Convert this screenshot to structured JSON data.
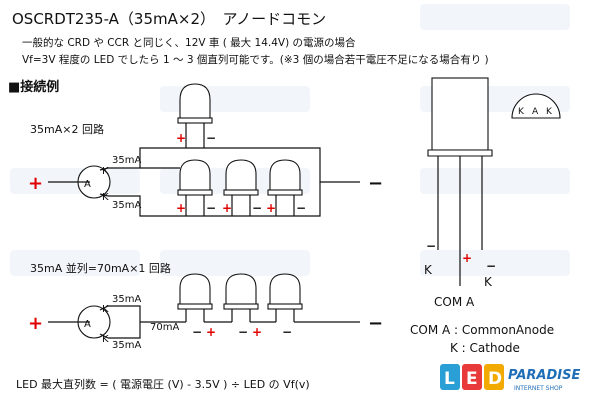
{
  "header": {
    "title": "OSCRDT235-A（35mA×2）　アノードコモン",
    "line1": "一般的な CRD や CCR と同じく、12V 車 ( 最大 14.4V) の電源の場合",
    "line2": "Vf=3V 程度の LED でしたら 1 ～ 3 個直列可能です。(※3 個の場合若干電圧不足になる場合有り )"
  },
  "section": {
    "title": "■接続例"
  },
  "circuit1": {
    "label": "35mA×2 回路",
    "branch_label_top": "35mA",
    "branch_label_bottom": "35mA",
    "pin_anode": "A",
    "pin_k1": "K",
    "pin_k2": "K",
    "plus": "+",
    "minus": "−"
  },
  "circuit2": {
    "label": "35mA 並列=70mA×1 回路",
    "branch_label_top": "35mA",
    "branch_label_bottom": "35mA",
    "joined_label": "70mA",
    "pin_anode": "A",
    "pin_k1": "K",
    "pin_k2": "K",
    "plus": "+",
    "minus": "−"
  },
  "package": {
    "top_pins": [
      "K",
      "A",
      "K"
    ],
    "lead_left": "K",
    "lead_right": "K",
    "lead_center": "COM A",
    "plus": "+",
    "minus": "−"
  },
  "legend": {
    "com": "COM A : CommonAnode",
    "k": "K : Cathode"
  },
  "formula": "LED 最大直列数 = ( 電源電圧 (V) - 3.5V ) ÷ LED の Vf(v)",
  "logo": {
    "letters": [
      "L",
      "E",
      "D"
    ],
    "brand": "PARADISE",
    "sub": "INTERNET SHOP",
    "letter_colors": [
      "#2a9fd6",
      "#e83a3a",
      "#f2a900"
    ],
    "brand_color": "#1f6fb8"
  }
}
